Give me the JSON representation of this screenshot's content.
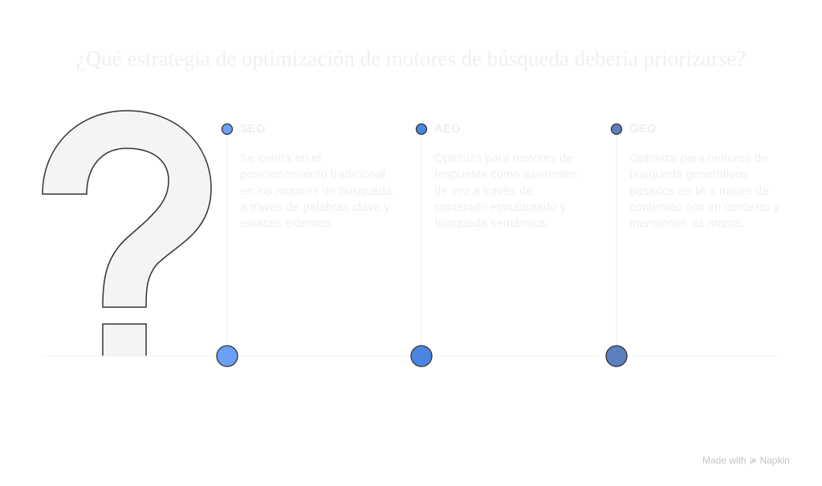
{
  "title": "¿Qué estrategia de optimización de motores de búsqueda debería priorizarse?",
  "items": [
    {
      "label": "SEO",
      "description": "Se centra en el posicionamiento tradicional en los motores de búsqueda a través de palabras clave y enlaces externos.",
      "color": "#6a9ff5"
    },
    {
      "label": "AEO",
      "description": "Optimiza para motores de respuesta como asistentes de voz a través de contenido estructurado y búsqueda semántica.",
      "color": "#4a85e2"
    },
    {
      "label": "GEO",
      "description": "Optimiza para motores de búsqueda generativos basados en IA a través de contenido rico en contexto y menciones de marca.",
      "color": "#5b7fbf"
    }
  ],
  "footer": {
    "made_with": "Made with",
    "brand": "Napkin"
  }
}
